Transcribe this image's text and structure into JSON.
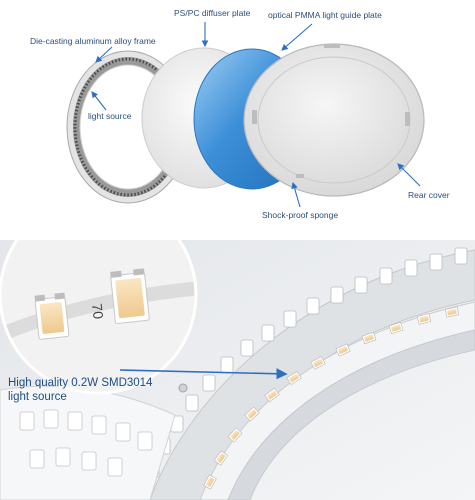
{
  "top": {
    "labels": {
      "frame": "Die-casting aluminum alloy frame",
      "diffuser": "PS/PC diffuser plate",
      "guide_plate": "optical PMMA light guide plate",
      "light_source": "light source",
      "rear_cover": "Rear cover",
      "sponge": "Shock-proof sponge"
    }
  },
  "bottom": {
    "chip_code": "70",
    "caption_line1": "High quality 0.2W SMD3014",
    "caption_line2": "light source"
  },
  "colors": {
    "label_text": "#2a4f7a",
    "caption_text": "#1d4d86",
    "arrow": "#2d6fc1",
    "guide_plate": "#3d8fd8",
    "led_chip": "#f6d8a8"
  }
}
